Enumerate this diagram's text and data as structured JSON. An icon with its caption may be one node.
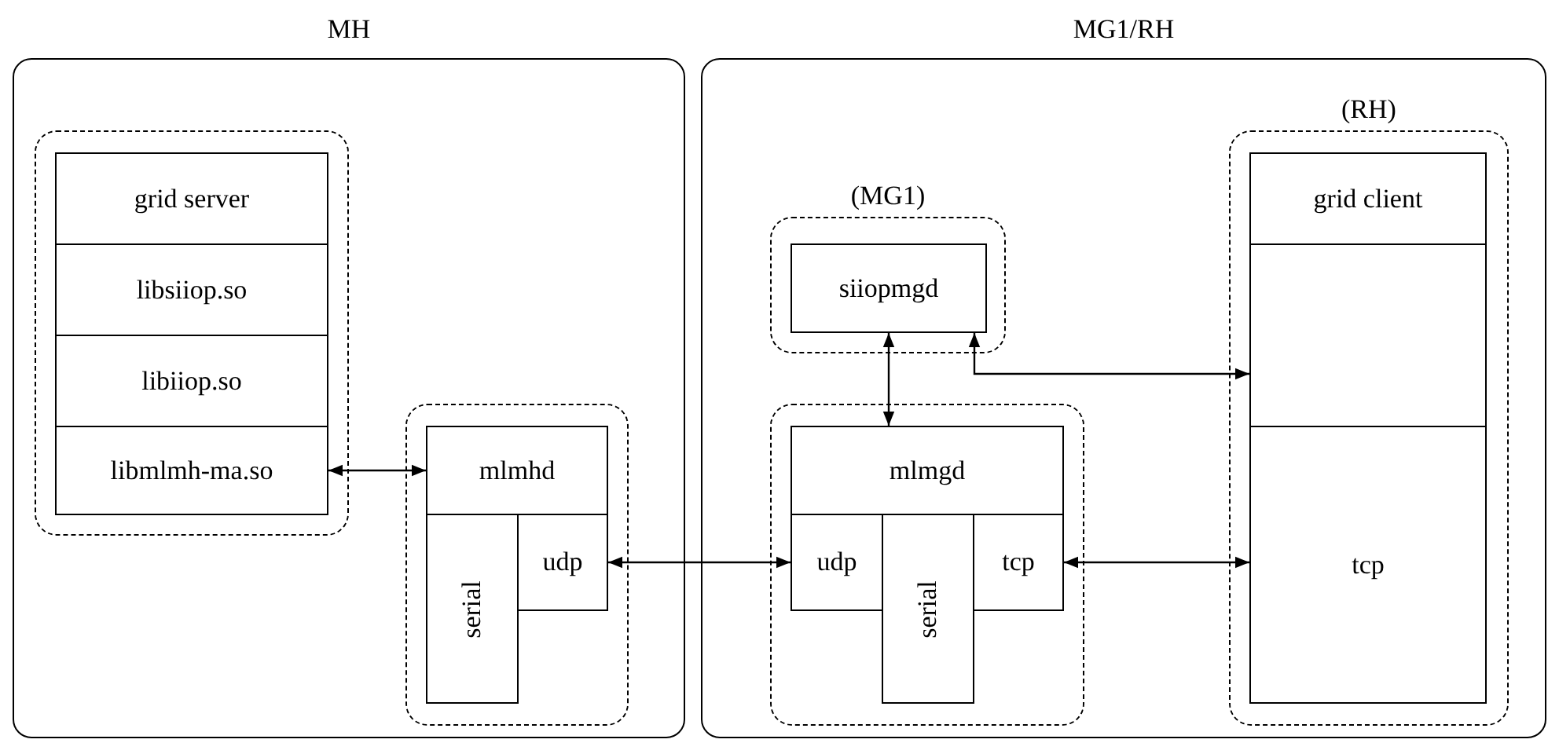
{
  "diagram": {
    "nodes": [
      {
        "text": [
          "MH"
        ]
      },
      {
        "text": [],
        "shape": "box",
        "in": 0
      },
      {
        "text": [
          "grid server"
        ],
        "in": 1
      },
      {
        "text": [
          "libsiiop.so"
        ],
        "in": 1
      },
      {
        "text": [
          "libiiop.so"
        ],
        "in": 1
      },
      {
        "text": [
          "libmlmh-ma.so"
        ],
        "in": 1
      },
      {
        "text": [],
        "shape": "box",
        "in": 0
      },
      {
        "text": [
          "mlmhd"
        ],
        "in": 6
      },
      {
        "text": [
          "serial"
        ],
        "in": 6
      },
      {
        "text": [
          "udp"
        ],
        "in": 6
      },
      {
        "text": [
          "MG1/RH"
        ]
      },
      {
        "text": [
          "(MG1)"
        ],
        "in": 10
      },
      {
        "text": [
          "siiopmgd"
        ],
        "in": 11
      },
      {
        "text": [],
        "shape": "box",
        "in": 10
      },
      {
        "text": [
          "mlmgd"
        ],
        "in": 13
      },
      {
        "text": [
          "udp"
        ],
        "in": 13
      },
      {
        "text": [
          "serial"
        ],
        "in": 13
      },
      {
        "text": [
          "tcp"
        ],
        "in": 13
      },
      {
        "text": [
          "(RH)"
        ],
        "in": 10
      },
      {
        "text": [
          "grid client"
        ],
        "in": 18
      },
      {
        "text": [],
        "shape": "box",
        "in": 18
      },
      {
        "text": [
          "tcp"
        ],
        "in": 18
      }
    ],
    "edges": [
      {
        "from": 5,
        "to": 7,
        "arrow": "both"
      },
      {
        "from": 9,
        "to": 15,
        "arrow": "both"
      },
      {
        "from": 12,
        "to": 14,
        "arrow": "both"
      },
      {
        "from": 12,
        "to": 20,
        "arrow": "both"
      },
      {
        "from": 17,
        "to": 21,
        "arrow": "both"
      }
    ]
  }
}
